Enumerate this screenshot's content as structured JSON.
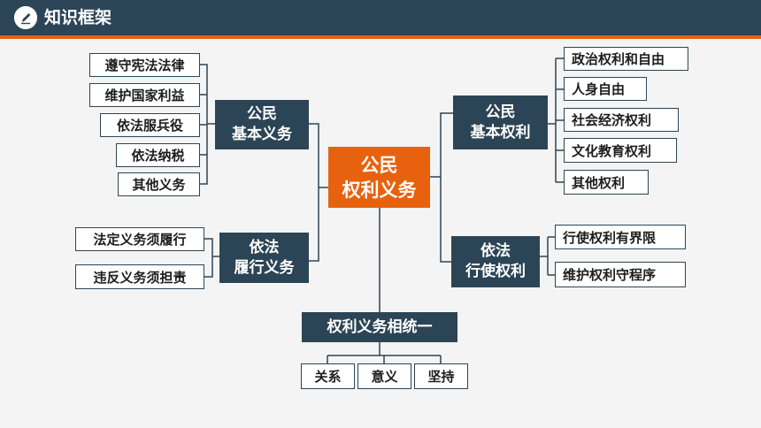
{
  "header": {
    "title": "知识框架",
    "bg": "#2c4556",
    "accent": "#e8610f"
  },
  "center": {
    "line1": "公民",
    "line2": "权利义务"
  },
  "left_top": {
    "line1": "公民",
    "line2": "基本义务",
    "items": [
      "遵守宪法法律",
      "维护国家利益",
      "依法服兵役",
      "依法纳税",
      "其他义务"
    ]
  },
  "left_bottom": {
    "line1": "依法",
    "line2": "履行义务",
    "items": [
      "法定义务须履行",
      "违反义务须担责"
    ]
  },
  "right_top": {
    "line1": "公民",
    "line2": "基本权利",
    "items": [
      "政治权利和自由",
      "人身自由",
      "社会经济权利",
      "文化教育权利",
      "其他权利"
    ]
  },
  "right_bottom": {
    "line1": "依法",
    "line2": "行使权利",
    "items": [
      "行使权利有界限",
      "维护权利守程序"
    ]
  },
  "bottom": {
    "label": "权利义务相统一",
    "items": [
      "关系",
      "意义",
      "坚持"
    ]
  }
}
